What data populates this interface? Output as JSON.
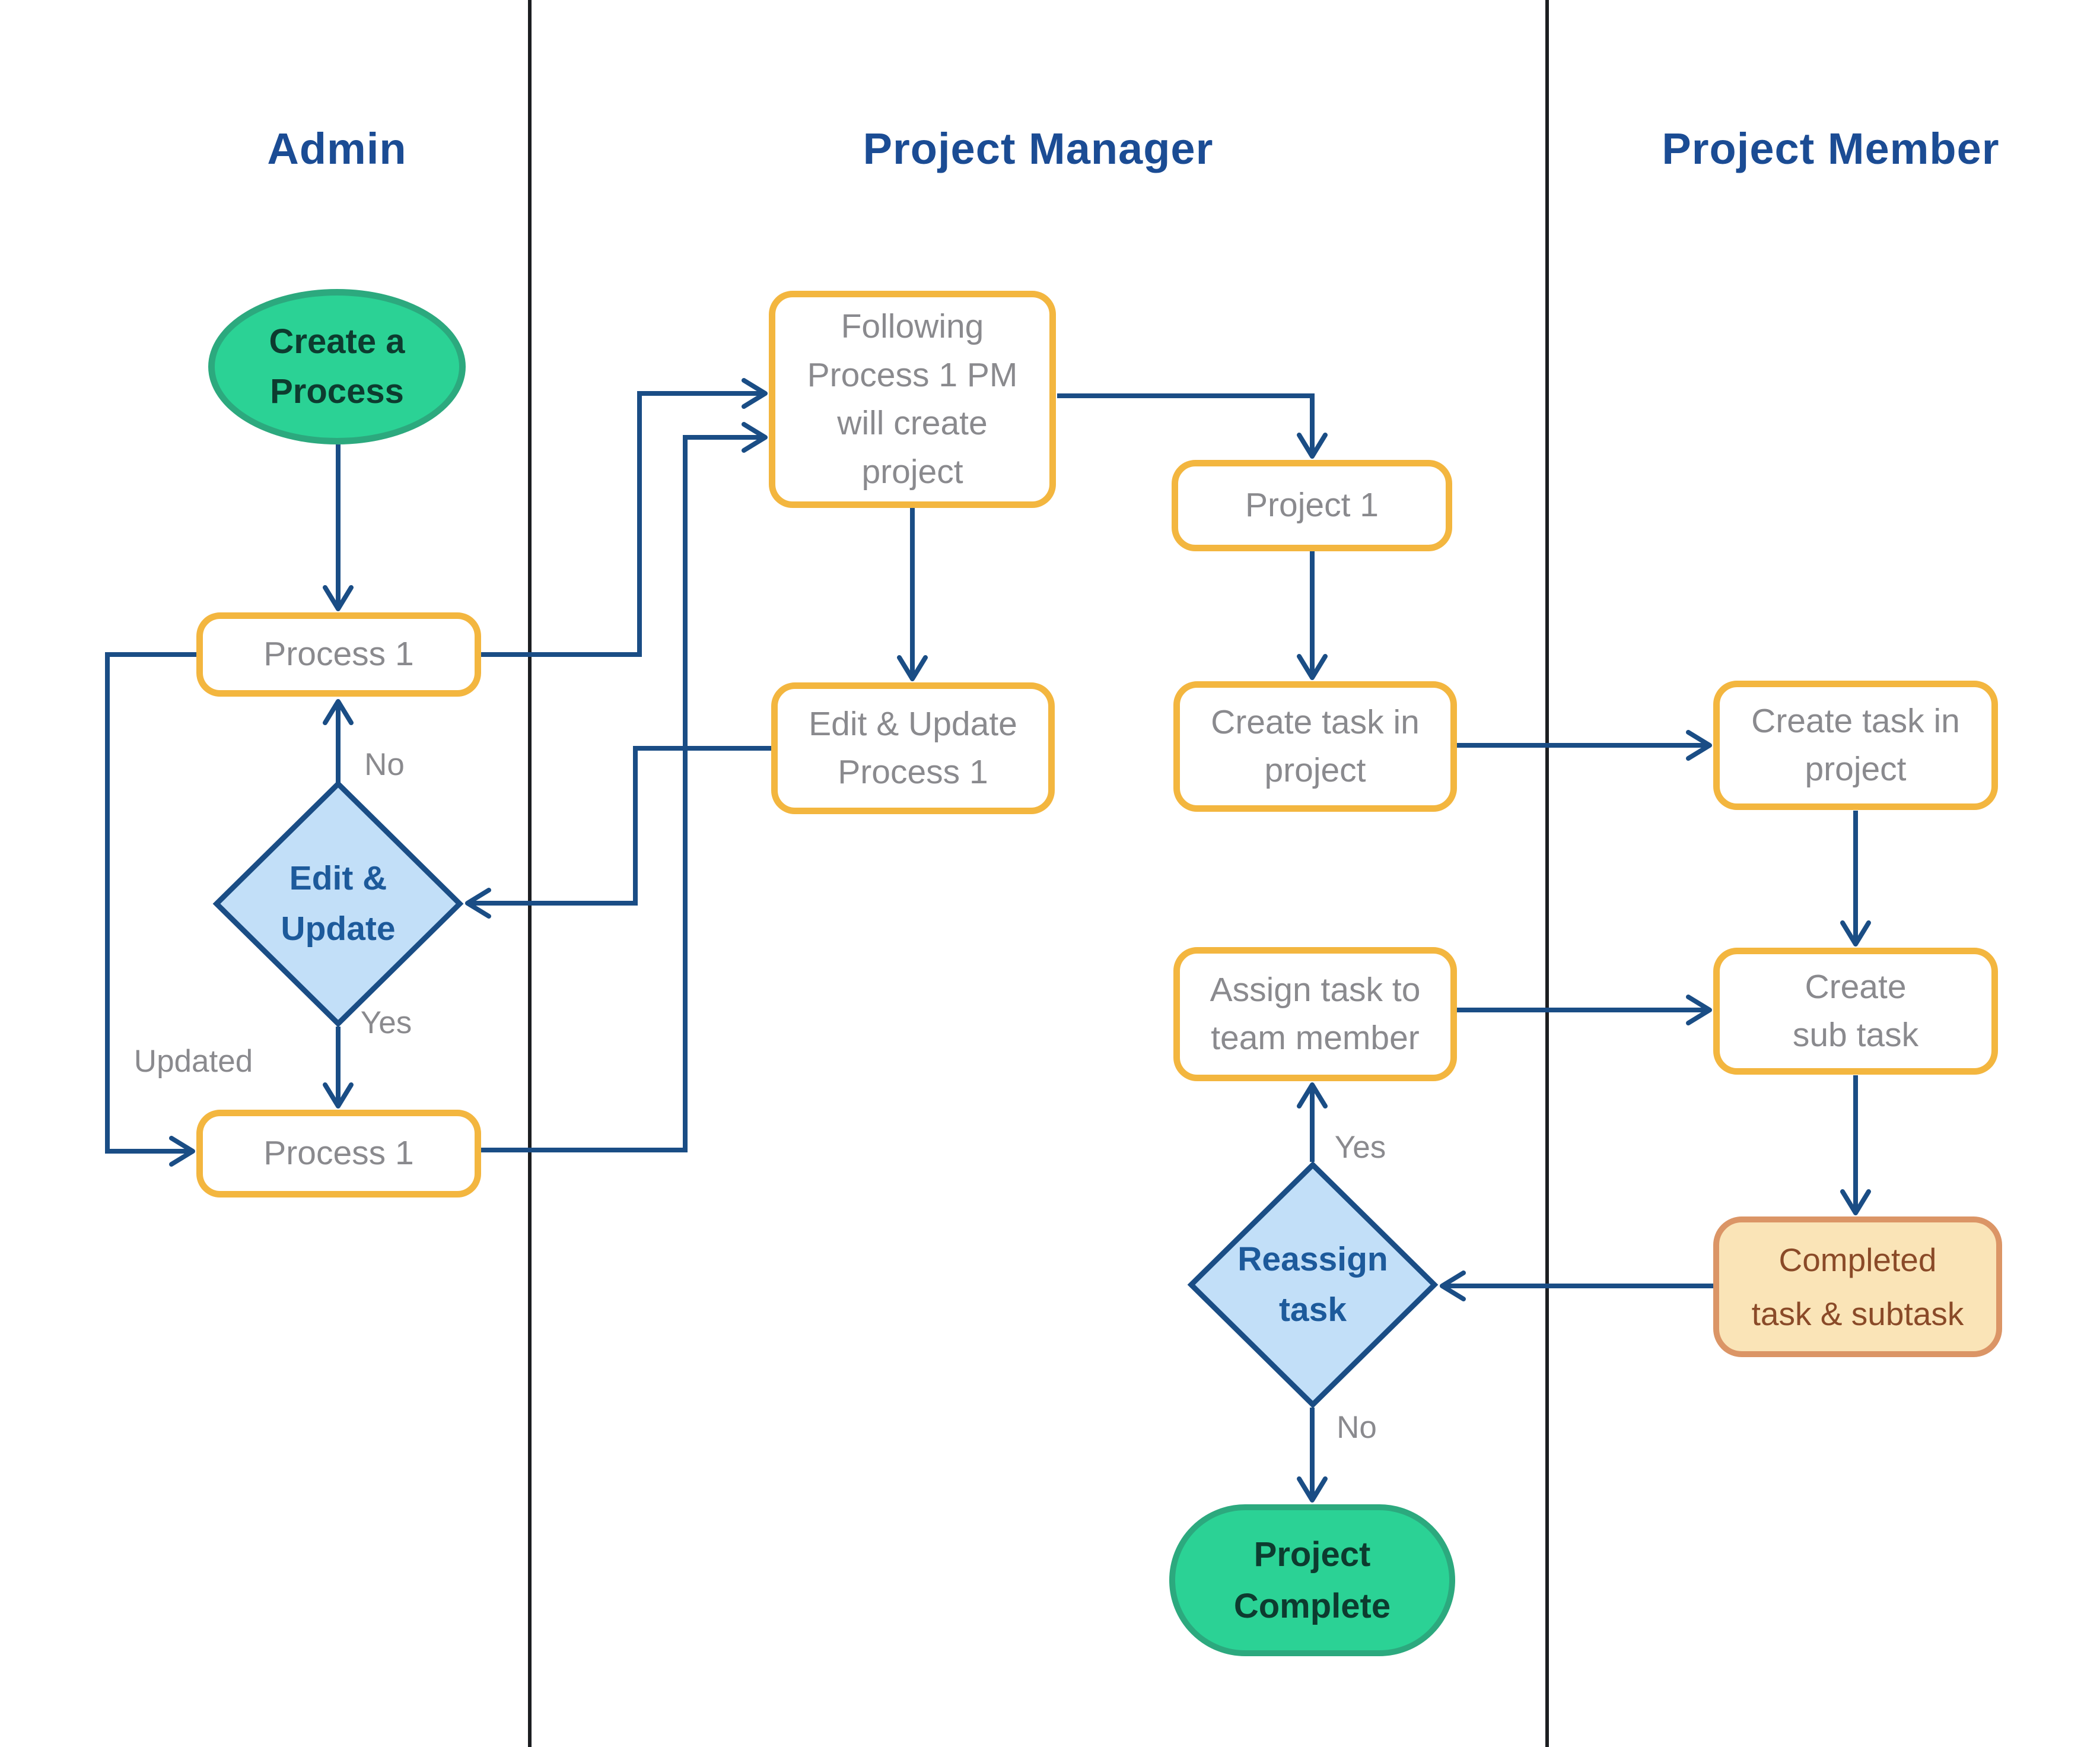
{
  "lanes": [
    {
      "label": "Admin"
    },
    {
      "label": "Project Manager"
    },
    {
      "label": "Project Member"
    }
  ],
  "nodes": {
    "create_process": {
      "type": "start",
      "label": [
        "Create a",
        "Process"
      ]
    },
    "process1_a": {
      "type": "process",
      "label": [
        "Process 1"
      ]
    },
    "edit_update_decision": {
      "type": "decision",
      "label": [
        "Edit &",
        "Update"
      ]
    },
    "process1_b": {
      "type": "process",
      "label": [
        "Process 1"
      ]
    },
    "following_process": {
      "type": "process",
      "label": [
        "Following",
        "Process 1 PM",
        "will create",
        "project"
      ]
    },
    "edit_update_process1": {
      "type": "process",
      "label": [
        "Edit & Update",
        "Process 1"
      ]
    },
    "project1": {
      "type": "process",
      "label": [
        "Project 1"
      ]
    },
    "create_task_pm": {
      "type": "process",
      "label": [
        "Create task in",
        "project"
      ]
    },
    "assign_task": {
      "type": "process",
      "label": [
        "Assign task to",
        "team member"
      ]
    },
    "reassign_decision": {
      "type": "decision",
      "label": [
        "Reassign",
        "task"
      ]
    },
    "project_complete": {
      "type": "end",
      "label": [
        "Project",
        "Complete"
      ]
    },
    "create_task_member": {
      "type": "process",
      "label": [
        "Create task in",
        "project"
      ]
    },
    "create_sub_task": {
      "type": "process",
      "label": [
        "Create",
        "sub task"
      ]
    },
    "completed_task": {
      "type": "highlight",
      "label": [
        "Completed",
        "task & subtask"
      ]
    }
  },
  "edge_labels": {
    "no_1": "No",
    "yes_1": "Yes",
    "updated": "Updated",
    "yes_2": "Yes",
    "no_2": "No"
  },
  "colors": {
    "navy_line": "#1a4d85",
    "header_blue": "#1b4c94",
    "yellow_border": "#f3b63f",
    "gray_text": "#8a8a8e",
    "diamond_fill": "#c2dff8",
    "diamond_text": "#1d5a9b",
    "green_fill": "#2bd295",
    "green_border": "#2ca97e",
    "green_text": "#0d3b2f",
    "orange_fill": "#fae4b7",
    "orange_border": "#db9566",
    "orange_text": "#8a4a28",
    "divider": "#1c1e21"
  }
}
